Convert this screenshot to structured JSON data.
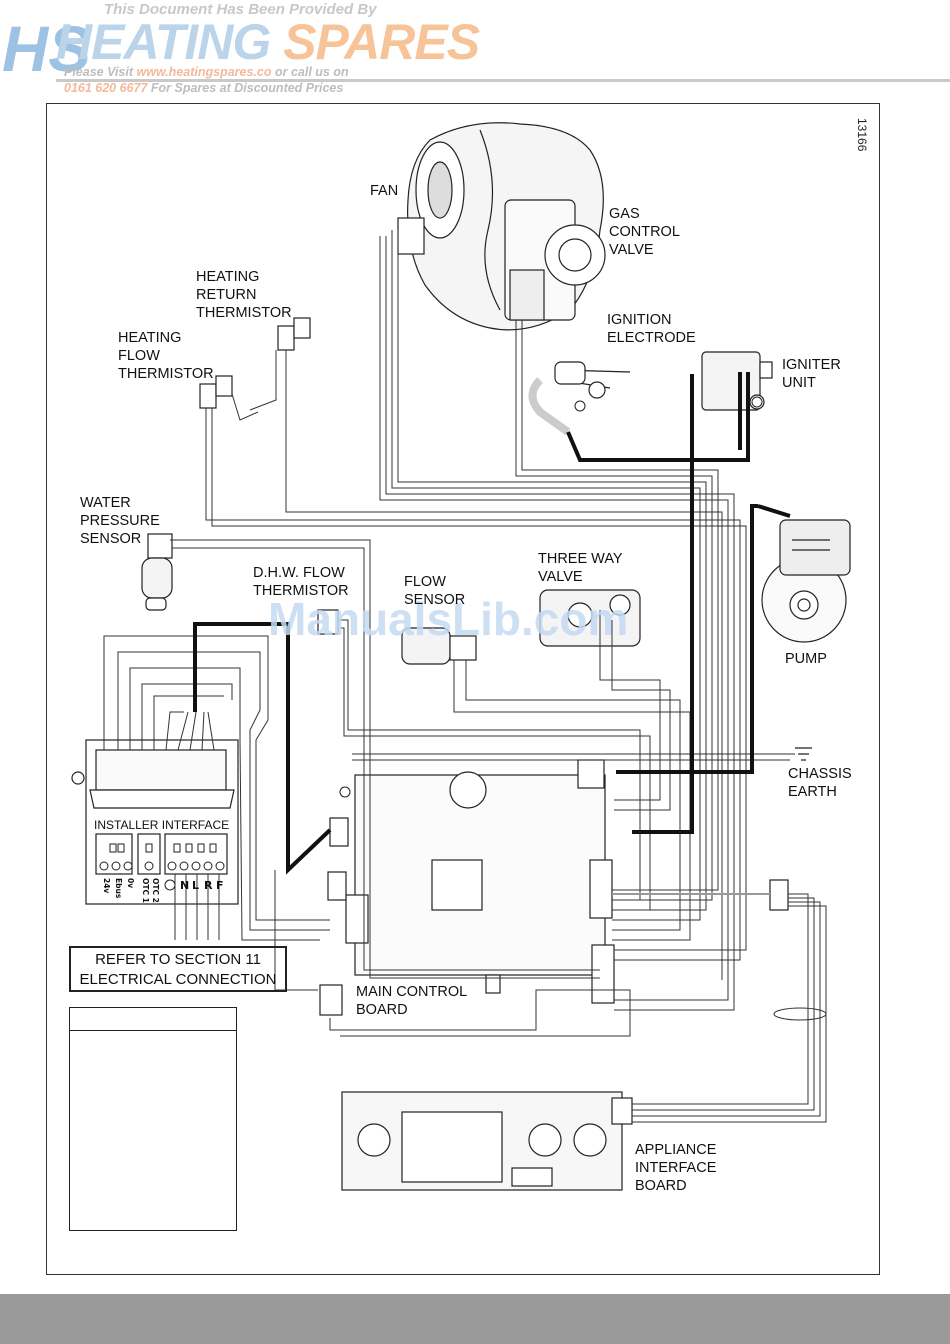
{
  "header": {
    "notice_line1": "This Document Has Been Provided By",
    "logo_word1": "HEATING",
    "logo_word2": "SPARES",
    "notice_line2_prefix": "Please Visit ",
    "notice_line2_link": "www.heatingspares.co",
    "notice_line2_suffix": " or call us on",
    "notice_line3_phone": "0161 620 6677",
    "notice_line3_suffix": " For Spares at Discounted Prices"
  },
  "diagram": {
    "ref_number": "13166",
    "watermark": "ManualsLib.com",
    "labels": {
      "fan": "FAN",
      "gas_control_valve": "GAS\nCONTROL\nVALVE",
      "heating_return_thermistor": "HEATING\nRETURN\nTHERMISTOR",
      "heating_flow_thermistor": "HEATING\nFLOW\nTHERMISTOR",
      "ignition_electrode": "IGNITION\nELECTRODE",
      "igniter_unit": "IGNITER\nUNIT",
      "water_pressure_sensor": "WATER\nPRESSURE\nSENSOR",
      "dhw_flow_thermistor": "D.H.W. FLOW\nTHERMISTOR",
      "flow_sensor": "FLOW\nSENSOR",
      "three_way_valve": "THREE WAY\nVALVE",
      "pump": "PUMP",
      "chassis_earth": "CHASSIS\nEARTH",
      "installer_interface": "INSTALLER INTERFACE",
      "main_control_board": "MAIN CONTROL\nBOARD",
      "appliance_interface_board": "APPLIANCE\nINTERFACE\nBOARD"
    },
    "terminals": [
      "24v",
      "Ebus",
      "0v",
      "OTC 1",
      "OTC 2",
      "N",
      "L",
      "R",
      "F"
    ],
    "refer_box": "REFER TO SECTION 11\nELECTRICAL CONNECTION"
  }
}
